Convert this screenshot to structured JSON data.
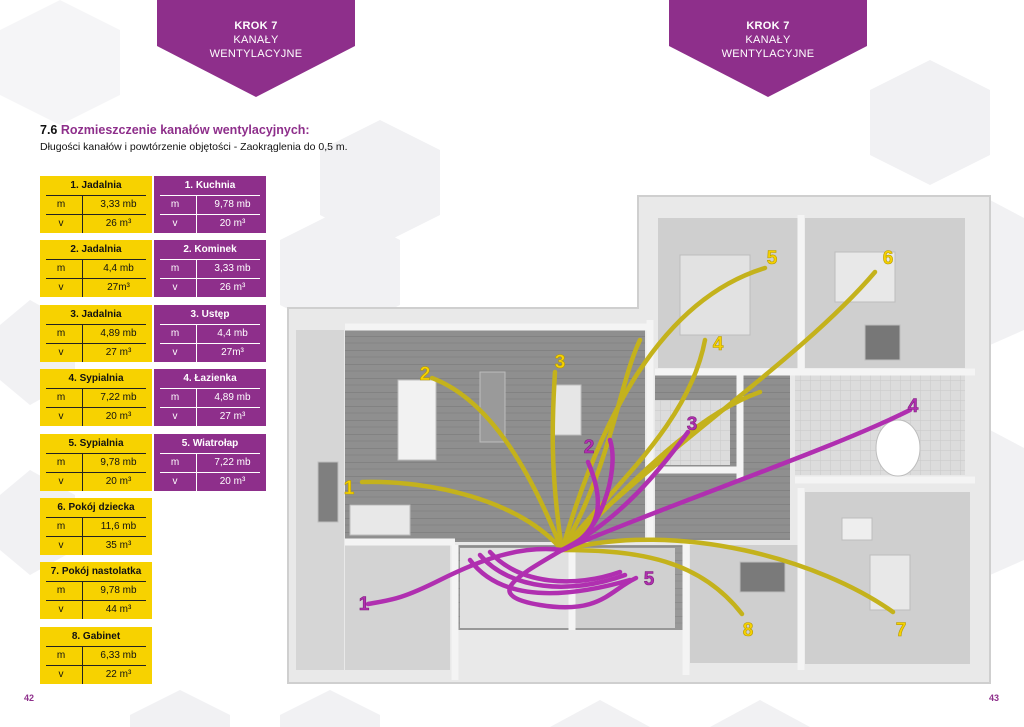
{
  "banner": {
    "step": "KROK 7",
    "line1": "KANAŁY",
    "line2": "WENTYLACYJNE"
  },
  "section": {
    "number": "7.6",
    "title": "Rozmieszczenie kanałów wentylacyjnych:",
    "subtitle": "Długości kanałów i powtórzenie objętości - Zaokrąglenia do 0,5 m."
  },
  "supply": [
    {
      "title": "1. Jadalnia",
      "m_key": "m",
      "m": "3,33 mb",
      "v_key": "v",
      "v": "26 m³"
    },
    {
      "title": "2. Jadalnia",
      "m_key": "m",
      "m": "4,4 mb",
      "v_key": "v",
      "v": "27m³"
    },
    {
      "title": "3. Jadalnia",
      "m_key": "m",
      "m": "4,89 mb",
      "v_key": "v",
      "v": "27 m³"
    },
    {
      "title": "4. Sypialnia",
      "m_key": "m",
      "m": "7,22 mb",
      "v_key": "v",
      "v": "20 m³"
    },
    {
      "title": "5. Sypialnia",
      "m_key": "m",
      "m": "9,78 mb",
      "v_key": "v",
      "v": "20 m³"
    },
    {
      "title": "6. Pokój dziecka",
      "m_key": "m",
      "m": "11,6 mb",
      "v_key": "v",
      "v": "35 m³"
    },
    {
      "title": "7. Pokój nastolatka",
      "m_key": "m",
      "m": "9,78 mb",
      "v_key": "v",
      "v": "44 m³"
    },
    {
      "title": "8. Gabinet",
      "m_key": "m",
      "m": "6,33 mb",
      "v_key": "v",
      "v": "22 m³"
    }
  ],
  "exhaust": [
    {
      "title": "1. Kuchnia",
      "m_key": "m",
      "m": "9,78 mb",
      "v_key": "v",
      "v": "20 m³"
    },
    {
      "title": "2. Kominek",
      "m_key": "m",
      "m": "3,33 mb",
      "v_key": "v",
      "v": "26 m³"
    },
    {
      "title": "3. Ustęp",
      "m_key": "m",
      "m": "4,4 mb",
      "v_key": "v",
      "v": "27m³"
    },
    {
      "title": "4. Łazienka",
      "m_key": "m",
      "m": "4,89 mb",
      "v_key": "v",
      "v": "27 m³"
    },
    {
      "title": "5. Wiatrołap",
      "m_key": "m",
      "m": "7,22 mb",
      "v_key": "v",
      "v": "20 m³"
    }
  ],
  "plan_labels": {
    "yellow": [
      "1",
      "2",
      "3",
      "4",
      "5",
      "6",
      "7",
      "8"
    ],
    "purple": [
      "1",
      "2",
      "3",
      "4",
      "5"
    ]
  },
  "pages": {
    "left": "42",
    "right": "43"
  },
  "colors": {
    "yellow": "#f7d200",
    "purple": "#8e2f8b",
    "duct_yellow": "#c4b21c",
    "duct_purple": "#b02fb0"
  }
}
